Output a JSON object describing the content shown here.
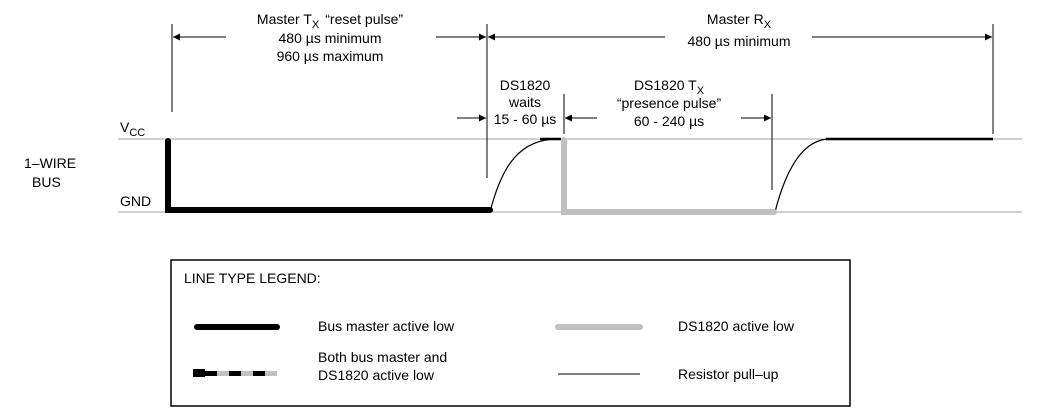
{
  "labels": {
    "master_tx_main": "Master T",
    "master_tx_sub": "X",
    "master_tx_rest": "“reset pulse”",
    "master_tx_min": "480 µs minimum",
    "master_tx_max": "960 µs maximum",
    "master_rx_main": "Master R",
    "master_rx_sub": "X",
    "master_rx_min": "480 µs minimum",
    "ds_wait_1": "DS1820",
    "ds_wait_2": "waits",
    "ds_wait_3": "15 - 60 µs",
    "ds_tx_main": "DS1820 T",
    "ds_tx_sub": "X",
    "ds_tx_rest": "“presence pulse”",
    "ds_tx_range": "60 - 240 µs",
    "vcc_main": "V",
    "vcc_sub": "CC",
    "gnd": "GND",
    "bus_1": "1–WIRE",
    "bus_2": "BUS"
  },
  "legend": {
    "title": "LINE TYPE LEGEND:",
    "bus_master": "Bus master active low",
    "ds_active": "DS1820 active low",
    "both_1": "Both bus master and",
    "both_2": "DS1820 active low",
    "pullup": "Resistor pull–up"
  },
  "colors": {
    "master_line": "#000000",
    "ds_line": "#c0c0c0",
    "reference_line": "#a0a0a0"
  }
}
